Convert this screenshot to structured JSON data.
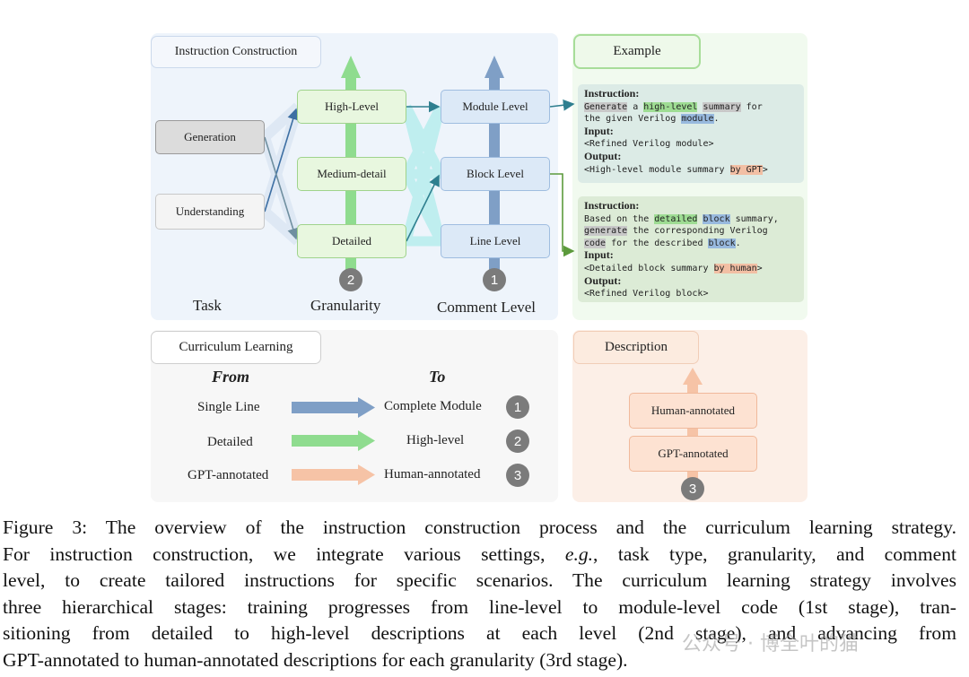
{
  "instruction_construction": {
    "header": "Instruction Construction",
    "tasks": [
      "Generation",
      "Understanding"
    ],
    "granularity": [
      "High-Level",
      "Medium-detail",
      "Detailed"
    ],
    "comment_levels": [
      "Module Level",
      "Block Level",
      "Line Level"
    ],
    "axis_labels": {
      "task": "Task",
      "granularity": "Granularity",
      "comment_level": "Comment Level"
    },
    "granularity_badge": "2",
    "comment_badge": "1"
  },
  "example": {
    "header": "Example",
    "instruction_label": "Instruction:",
    "input_label": "Input:",
    "output_label": "Output:",
    "card1": {
      "w1": "Generate",
      "w2": " a ",
      "w3": "high-level",
      "w4": " ",
      "w5": "summary",
      "w6": " for",
      "w7": "the given Verilog ",
      "w8": "module",
      "w9": ".",
      "input": "<Refined Verilog module>",
      "out1": "<High-level module summary ",
      "out2": "by GPT",
      "out3": ">"
    },
    "card2": {
      "w1": "Based on the ",
      "w2": "detailed",
      "w3": " ",
      "w4": "block",
      "w5": " summary,",
      "w6": "generate",
      "w7": " the corresponding Verilog",
      "w8": "code",
      "w9": " for the described ",
      "w10": "block",
      "w11": ".",
      "input1": "<Detailed block summary ",
      "input2": "by human",
      "input3": ">",
      "output": "<Refined Verilog block>"
    }
  },
  "curriculum": {
    "header": "Curriculum Learning",
    "from_label": "From",
    "to_label": "To",
    "rows": [
      {
        "from": "Single Line",
        "to": "Complete Module",
        "stage": "1"
      },
      {
        "from": "Detailed",
        "to": "High-level",
        "stage": "2"
      },
      {
        "from": "GPT-annotated",
        "to": "Human-annotated",
        "stage": "3"
      }
    ]
  },
  "description": {
    "header": "Description",
    "boxes": [
      "Human-annotated",
      "GPT-annotated"
    ],
    "stage": "3"
  },
  "caption": {
    "l1": "Figure 3: The overview of the instruction construction process and the curriculum learning strategy.",
    "l2a": "For instruction construction, we integrate various settings, ",
    "l2b": "e.g.",
    "l2c": ", task type, granularity, and comment",
    "l3": "level, to create tailored instructions for specific scenarios. The curriculum learning strategy involves",
    "l4": "three hierarchical stages: training progresses from line-level to module-level code (1st stage), tran-",
    "l5": "sitioning from detailed to high-level descriptions at each level (2nd stage), and advancing from",
    "l6": "GPT-annotated to human-annotated descriptions for each granularity (3rd stage)."
  },
  "watermark": "公众号 · 博全叶的猫",
  "colors": {
    "green_arrow": "#8fdc8f",
    "blue_arrow": "#7f9fc6",
    "peach_arrow": "#f6c3a6",
    "panel_blue": "#f0f5fb",
    "panel_green": "#f1faef",
    "panel_peach": "#fcefe7"
  }
}
